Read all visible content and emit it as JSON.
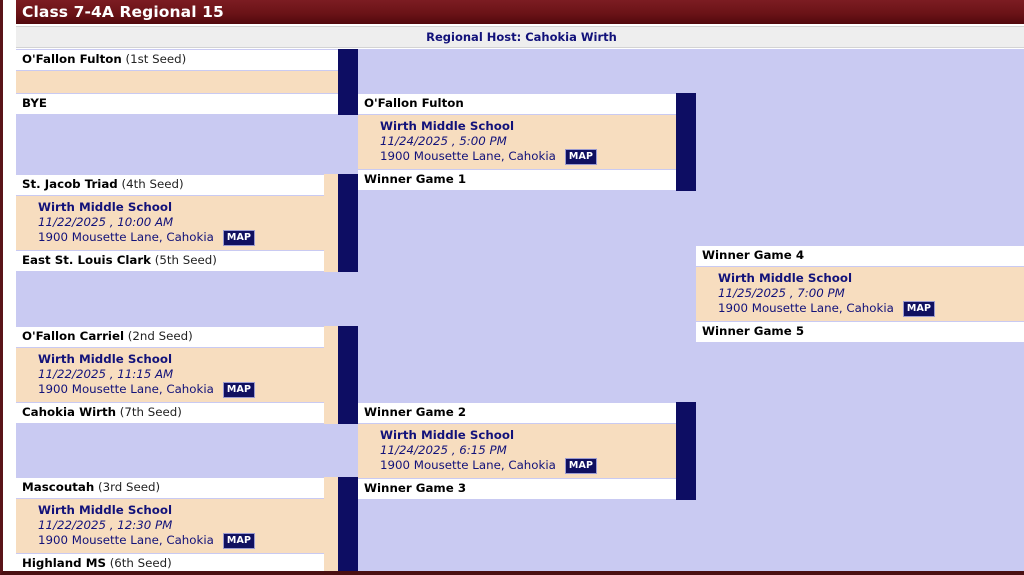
{
  "header": {
    "title": "Class 7-4A Regional 15",
    "host_label": "Regional Host: Cahokia Wirth"
  },
  "venue_defaults": {
    "name": "Wirth Middle School",
    "address": "1900 Mousette Lane, Cahokia",
    "map_label": "MAP"
  },
  "round1": {
    "games": [
      {
        "id": "game-1",
        "top_team": "O'Fallon Fulton",
        "top_seed": "(1st Seed)",
        "bottom_team": "BYE",
        "bottom_seed": "",
        "has_details": false,
        "venue": "",
        "datetime": "",
        "address": "",
        "map_label": ""
      },
      {
        "id": "game-2",
        "top_team": "St. Jacob Triad",
        "top_seed": "(4th Seed)",
        "bottom_team": "East St. Louis Clark",
        "bottom_seed": "(5th Seed)",
        "has_details": true,
        "venue": "Wirth Middle School",
        "datetime": "11/22/2025 , 10:00 AM",
        "address": "1900 Mousette Lane, Cahokia",
        "map_label": "MAP"
      },
      {
        "id": "game-3",
        "top_team": "O'Fallon Carriel",
        "top_seed": "(2nd Seed)",
        "bottom_team": "Cahokia Wirth",
        "bottom_seed": "(7th Seed)",
        "has_details": true,
        "venue": "Wirth Middle School",
        "datetime": "11/22/2025 , 11:15 AM",
        "address": "1900 Mousette Lane, Cahokia",
        "map_label": "MAP"
      },
      {
        "id": "game-4",
        "top_team": "Mascoutah",
        "top_seed": "(3rd Seed)",
        "bottom_team": "Highland MS",
        "bottom_seed": "(6th Seed)",
        "has_details": true,
        "venue": "Wirth Middle School",
        "datetime": "11/22/2025 , 12:30 PM",
        "address": "1900 Mousette Lane, Cahokia",
        "map_label": "MAP"
      }
    ]
  },
  "round2": {
    "games": [
      {
        "id": "semifinal-1",
        "top_team": "O'Fallon Fulton",
        "bottom_team": "Winner Game 1",
        "venue": "Wirth Middle School",
        "datetime": "11/24/2025 , 5:00 PM",
        "address": "1900 Mousette Lane, Cahokia",
        "map_label": "MAP"
      },
      {
        "id": "semifinal-2",
        "top_team": "Winner Game 2",
        "bottom_team": "Winner Game 3",
        "venue": "Wirth Middle School",
        "datetime": "11/24/2025 , 6:15 PM",
        "address": "1900 Mousette Lane, Cahokia",
        "map_label": "MAP"
      }
    ]
  },
  "round3": {
    "games": [
      {
        "id": "final",
        "top_team": "Winner Game 4",
        "bottom_team": "Winner Game 5",
        "venue": "Wirth Middle School",
        "datetime": "11/25/2025 , 7:00 PM",
        "address": "1900 Mousette Lane, Cahokia",
        "map_label": "MAP"
      }
    ]
  },
  "colors": {
    "title_bar": "#6b1317",
    "bracket_bg": "#c9caf2",
    "game_bg": "#f7ddbf",
    "team_bg": "#ffffff",
    "connector": "#0d0d63",
    "accent_text": "#12127a",
    "subheader_bg": "#eeeeee"
  }
}
